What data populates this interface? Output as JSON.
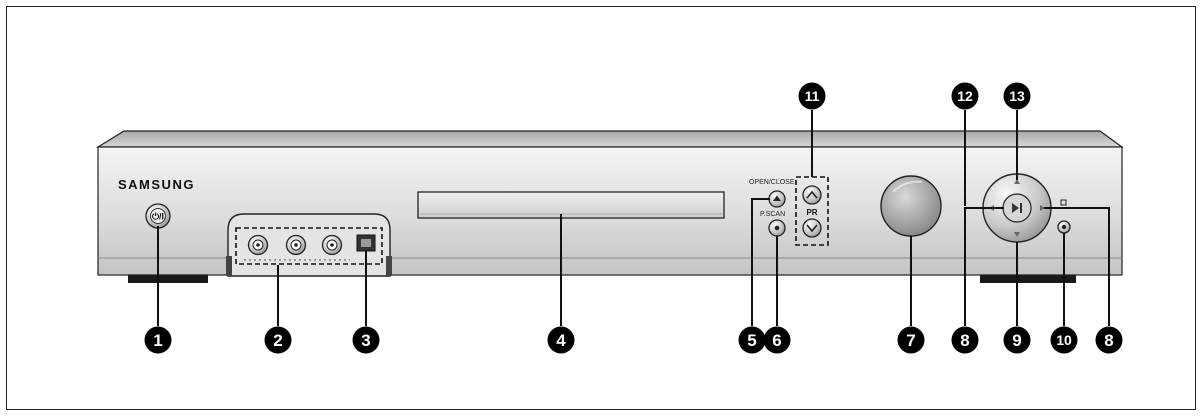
{
  "device": {
    "brand": "SAMSUNG",
    "power_symbol": "⏻/I",
    "labels": {
      "open_close": "OPEN/CLOSE",
      "p_scan": "P.SCAN",
      "pr": "PR"
    },
    "callouts": [
      "1",
      "2",
      "3",
      "4",
      "5",
      "6",
      "7",
      "8",
      "9",
      "10",
      "11",
      "12",
      "13",
      "8"
    ]
  },
  "colors": {
    "callout_fill": "#000000",
    "callout_text": "#ffffff",
    "panel_light": "#ececec",
    "panel_dark": "#9c9c9c",
    "outline": "#222222"
  }
}
